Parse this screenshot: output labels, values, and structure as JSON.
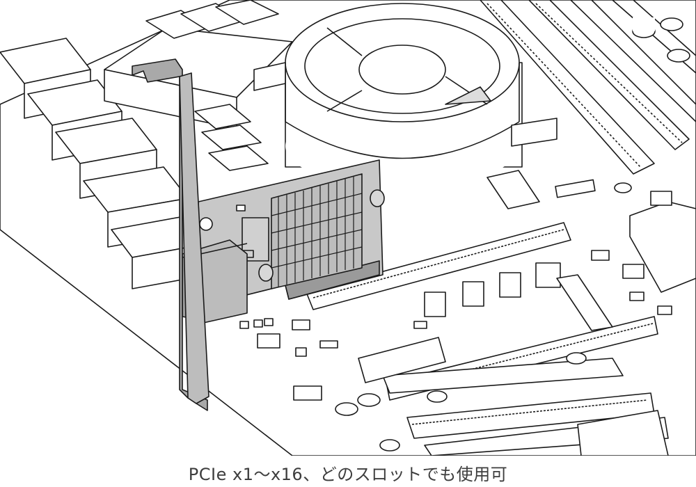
{
  "caption": "PCIe x1〜x16、どのスロットでも使用可",
  "colors": {
    "line": "#1a1a1a",
    "board": "#ffffff",
    "card_pcb": "#c8c8c8",
    "bracket": "#a9a9a9",
    "caption": "#3d3d3d"
  },
  "parts": {
    "motherboard": "motherboard",
    "network_card": "pcie-network-card",
    "bracket": "low-profile-bracket",
    "heatsink": "chip-heatsink",
    "ethernet_port": "rj45-port",
    "cpu_fan": "cpu-cooler-fan",
    "memory_slots": "dimm-slots",
    "pcie_slots": "pcie-slots"
  }
}
